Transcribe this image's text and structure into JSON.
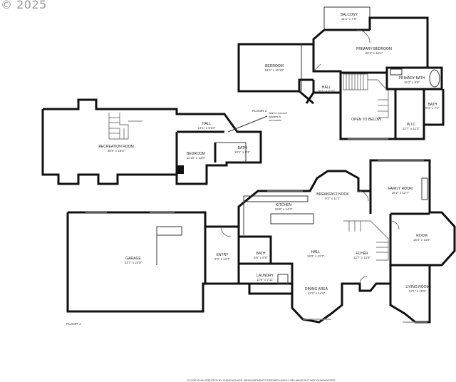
{
  "watermark": "© 2025",
  "floor_labels": {
    "floor1": "FLOOR 1",
    "floor2": "FLOOR 2"
  },
  "note": {
    "line1": "Wall to connect",
    "line2": "upstairs is",
    "line3": "removable"
  },
  "footer": "FLOOR PLAN CREATED BY CUBICASA APP. MEASUREMENTS DEEMED HIGHLY RELIABLE BUT NOT GUARANTEED.",
  "rooms": {
    "balcony": {
      "name": "BALCONY",
      "dim": "11'1\" x 7'9\""
    },
    "primary_bedroom": {
      "name": "PRIMARY BEDROOM",
      "dim": "20'4\" x 15'4\""
    },
    "bedroom_upper": {
      "name": "BEDROOM",
      "dim": "18'4\" x 10'10\""
    },
    "hall_upper": {
      "name": "HALL",
      "dim": "10'1\" x 7'10\""
    },
    "primary_bath": {
      "name": "PRIMARY BATH",
      "dim": "15'3\" x 8'8\""
    },
    "bath_upper": {
      "name": "BATH",
      "dim": "8'0\" x 7'1\""
    },
    "open_below": {
      "name": "OPEN TO BELOW",
      "dim": ""
    },
    "wic": {
      "name": "W.I.C",
      "dim": "12'7\" x 11'3\""
    },
    "recreation_room": {
      "name": "RECREATION ROOM",
      "dim": "38'8\" x 18'0\""
    },
    "hall_rec": {
      "name": "HALL",
      "dim": "17'1\" x 6'10\""
    },
    "bedroom_rec": {
      "name": "BEDROOM",
      "dim": "11'10\" x 12'8\""
    },
    "bath_rec": {
      "name": "BATH",
      "dim": "10'1\" x 8'1\""
    },
    "family_room": {
      "name": "FAMILY ROOM",
      "dim": "18'2\" x 13'7\""
    },
    "breakfast_nook": {
      "name": "BREAKFAST NOOK",
      "dim": "9'2\" x 11'1\""
    },
    "kitchen": {
      "name": "KITCHEN",
      "dim": "18'8\" x 14'3\""
    },
    "room": {
      "name": "ROOM",
      "dim": "15'4\" x 11'8\""
    },
    "garage": {
      "name": "GARAGE",
      "dim": "33'7\" x 23'8\""
    },
    "entry": {
      "name": "ENTRY",
      "dim": "6'0\" x 13'7\""
    },
    "bath_main": {
      "name": "BATH",
      "dim": "6'8\" x 6'8\""
    },
    "hall_main": {
      "name": "HALL",
      "dim": "16'3\" x 11'7\""
    },
    "foyer": {
      "name": "FOYER",
      "dim": "12'7\" x 11'9\""
    },
    "laundry": {
      "name": "LAUNDRY",
      "dim": "12'9\" x 7'11\""
    },
    "dining_area": {
      "name": "DINING AREA",
      "dim": "12'2\" x 14'5\""
    },
    "living_room": {
      "name": "LIVING ROOM",
      "dim": "12'1\" x 15'5\""
    }
  }
}
